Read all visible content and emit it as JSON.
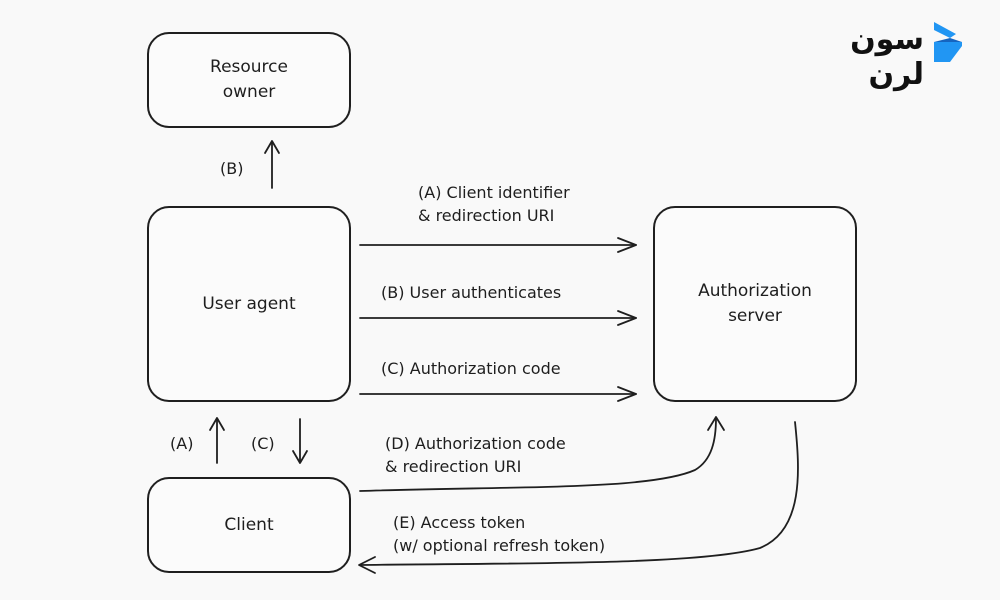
{
  "nodes": {
    "resource_owner": {
      "line1": "Resource",
      "line2": "owner"
    },
    "user_agent": {
      "label": "User agent"
    },
    "client": {
      "label": "Client"
    },
    "authorization_server": {
      "line1": "Authorization",
      "line2": "server"
    }
  },
  "edges": {
    "ua_to_owner": {
      "label": "(B)"
    },
    "client_to_ua": {
      "label": "(A)"
    },
    "ua_to_client": {
      "label": "(C)"
    },
    "a": {
      "line1": "(A) Client identifier",
      "line2": "& redirection URI"
    },
    "b": {
      "label": "(B) User authenticates"
    },
    "c": {
      "label": "(C) Authorization code"
    },
    "d": {
      "line1": "(D) Authorization code",
      "line2": "& redirection URI"
    },
    "e": {
      "line1": "(E) Access token",
      "line2": "(w/ optional refresh token)"
    }
  },
  "logo": {
    "text": "سون لرن",
    "colors": {
      "primary": "#2196f3",
      "dark": "#1565c0"
    }
  }
}
